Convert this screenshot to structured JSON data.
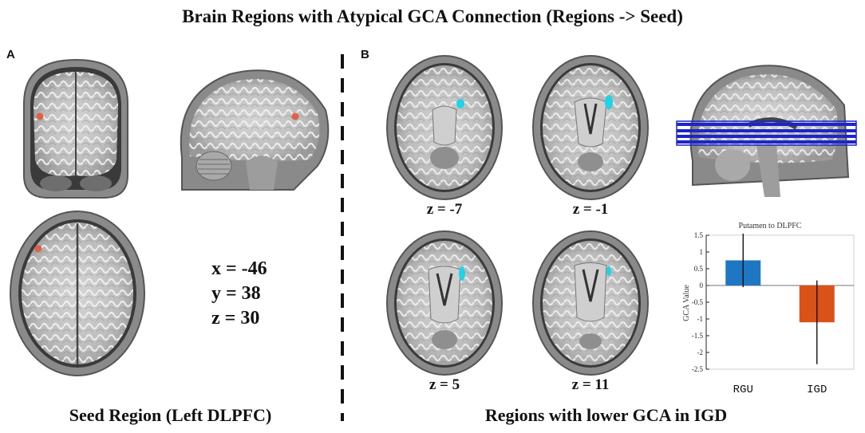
{
  "figure": {
    "title": "Brain Regions with Atypical GCA Connection (Regions -> Seed)"
  },
  "panel_a": {
    "label": "A",
    "coords": [
      "x = -46",
      "y = 38",
      "z = 30"
    ],
    "caption": "Seed Region (Left DLPFC)",
    "colors": {
      "seed": "#e0553a"
    }
  },
  "panel_b": {
    "label": "B",
    "slices": [
      "z = -7",
      "z = -1",
      "z = 5",
      "z = 11"
    ],
    "caption": "Regions with lower GCA in IGD",
    "colors": {
      "cluster": "#22d3e6",
      "slice_lines": "#1b25c9"
    }
  },
  "chart_data": {
    "type": "bar",
    "title": "Putamen to DLPFC",
    "ylabel": "GCA Value",
    "xlabel": "",
    "categories": [
      "RGU",
      "IGD"
    ],
    "values": [
      0.75,
      -1.1
    ],
    "error": [
      0.8,
      1.25
    ],
    "colors": [
      "#1f77c4",
      "#d95319"
    ],
    "ylim": [
      -2.5,
      1.5
    ],
    "yticks": [
      -2.5,
      -2,
      -1.5,
      -1,
      -0.5,
      0,
      0.5,
      1,
      1.5
    ],
    "grid": false
  }
}
